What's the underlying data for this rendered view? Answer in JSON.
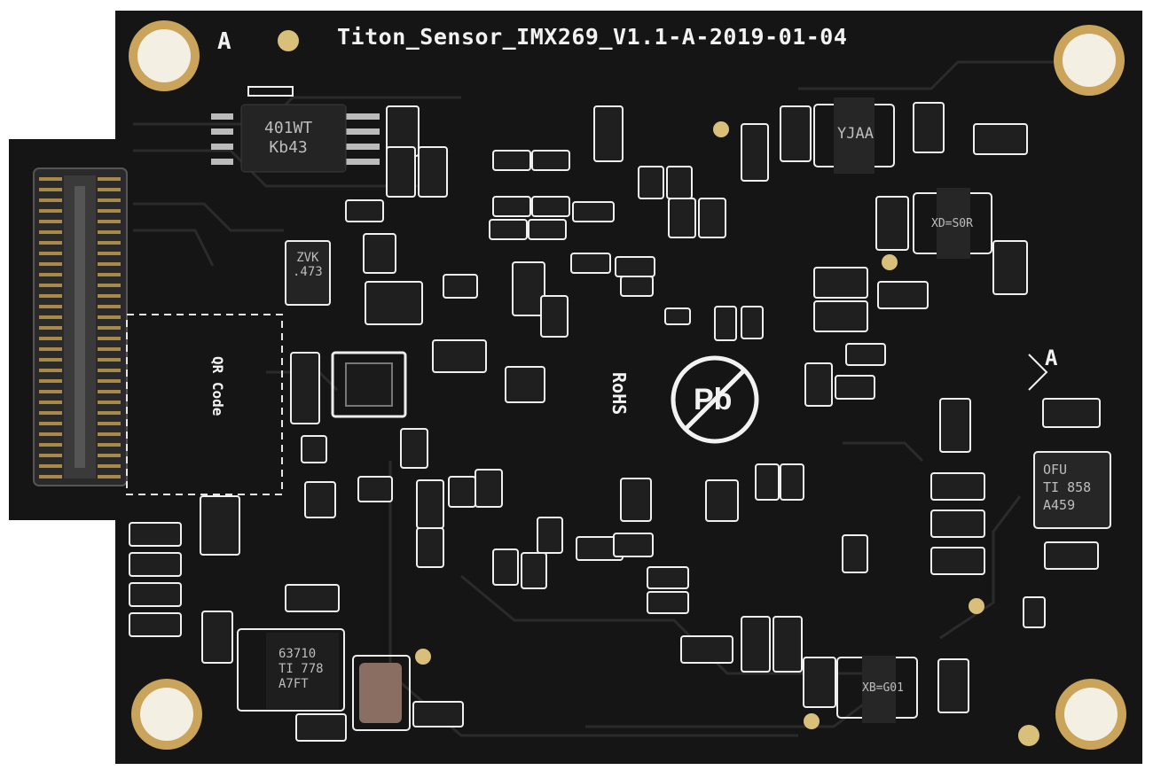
{
  "board": {
    "silkscreen_title": "Titon_Sensor_IMX269_V1.1-A-2019-01-04",
    "rohs_label": "RoHS",
    "qr_label": "QR Code",
    "mark_a1": "A",
    "mark_a2": "A"
  },
  "chips": {
    "u1_line1": "401WT",
    "u1_line2": "Kb43",
    "u2_line1": "ZVK",
    "u2_line2": ".473",
    "u3": "YJAA",
    "u4": "XD=S0R",
    "u5_line1": "OFU",
    "u5_line2": "TI 858",
    "u5_line3": "A459",
    "u6_line1": "63710",
    "u6_line2": "TI 778",
    "u6_line3": "A7FT",
    "u7": "XB=G01"
  },
  "colors": {
    "board": "#151515",
    "silkscreen": "#f2f2f2",
    "gold": "#c9a45a",
    "chip": "#222222"
  }
}
